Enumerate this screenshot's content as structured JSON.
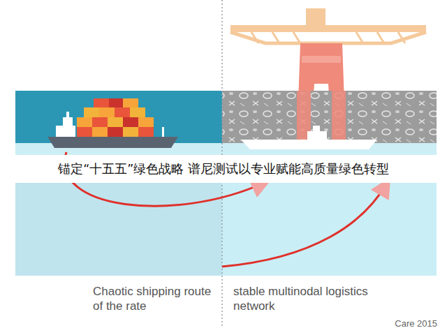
{
  "diagram": {
    "title": "锚定“十五五”绿色战略 谱尼测试以专业赋能高质量绿色转型",
    "labels": [
      "Chaotic shipping route of the rate",
      "stable multinodal logistics network",
      "Care 2015"
    ]
  }
}
